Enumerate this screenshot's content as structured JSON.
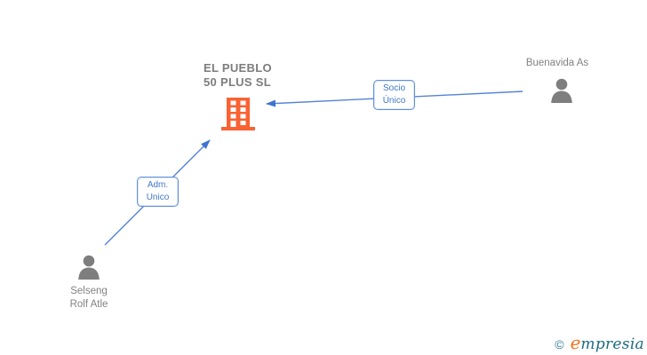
{
  "company": {
    "name_line1": "EL PUEBLO",
    "name_line2": "50 PLUS SL"
  },
  "persons": {
    "buenavida": {
      "name": "Buenavida As"
    },
    "selseng": {
      "name_line1": "Selseng",
      "name_line2": "Rolf Atle"
    }
  },
  "relations": {
    "socio": {
      "label_line1": "Socio",
      "label_line2": "Único",
      "from": "Buenavida As",
      "to": "EL PUEBLO 50 PLUS SL"
    },
    "adm": {
      "label_line1": "Adm.",
      "label_line2": "Unico",
      "from": "Selseng Rolf Atle",
      "to": "EL PUEBLO 50 PLUS SL"
    }
  },
  "footer": {
    "copyright_symbol": "©",
    "brand_initial": "e",
    "brand_rest": "mpresia"
  },
  "colors": {
    "background": "#ffffff",
    "building_orange": "#f96233",
    "person_gray": "#7e7e7e",
    "node_text_gray": "#7c7c7c",
    "edge_blue": "#5583d6",
    "arrow_blue": "#3f74cf",
    "edge_label_text": "#4178c8",
    "edge_label_border": "#5f8fd9",
    "brand_teal": "#1d6b80",
    "brand_orange": "#f0731f"
  }
}
